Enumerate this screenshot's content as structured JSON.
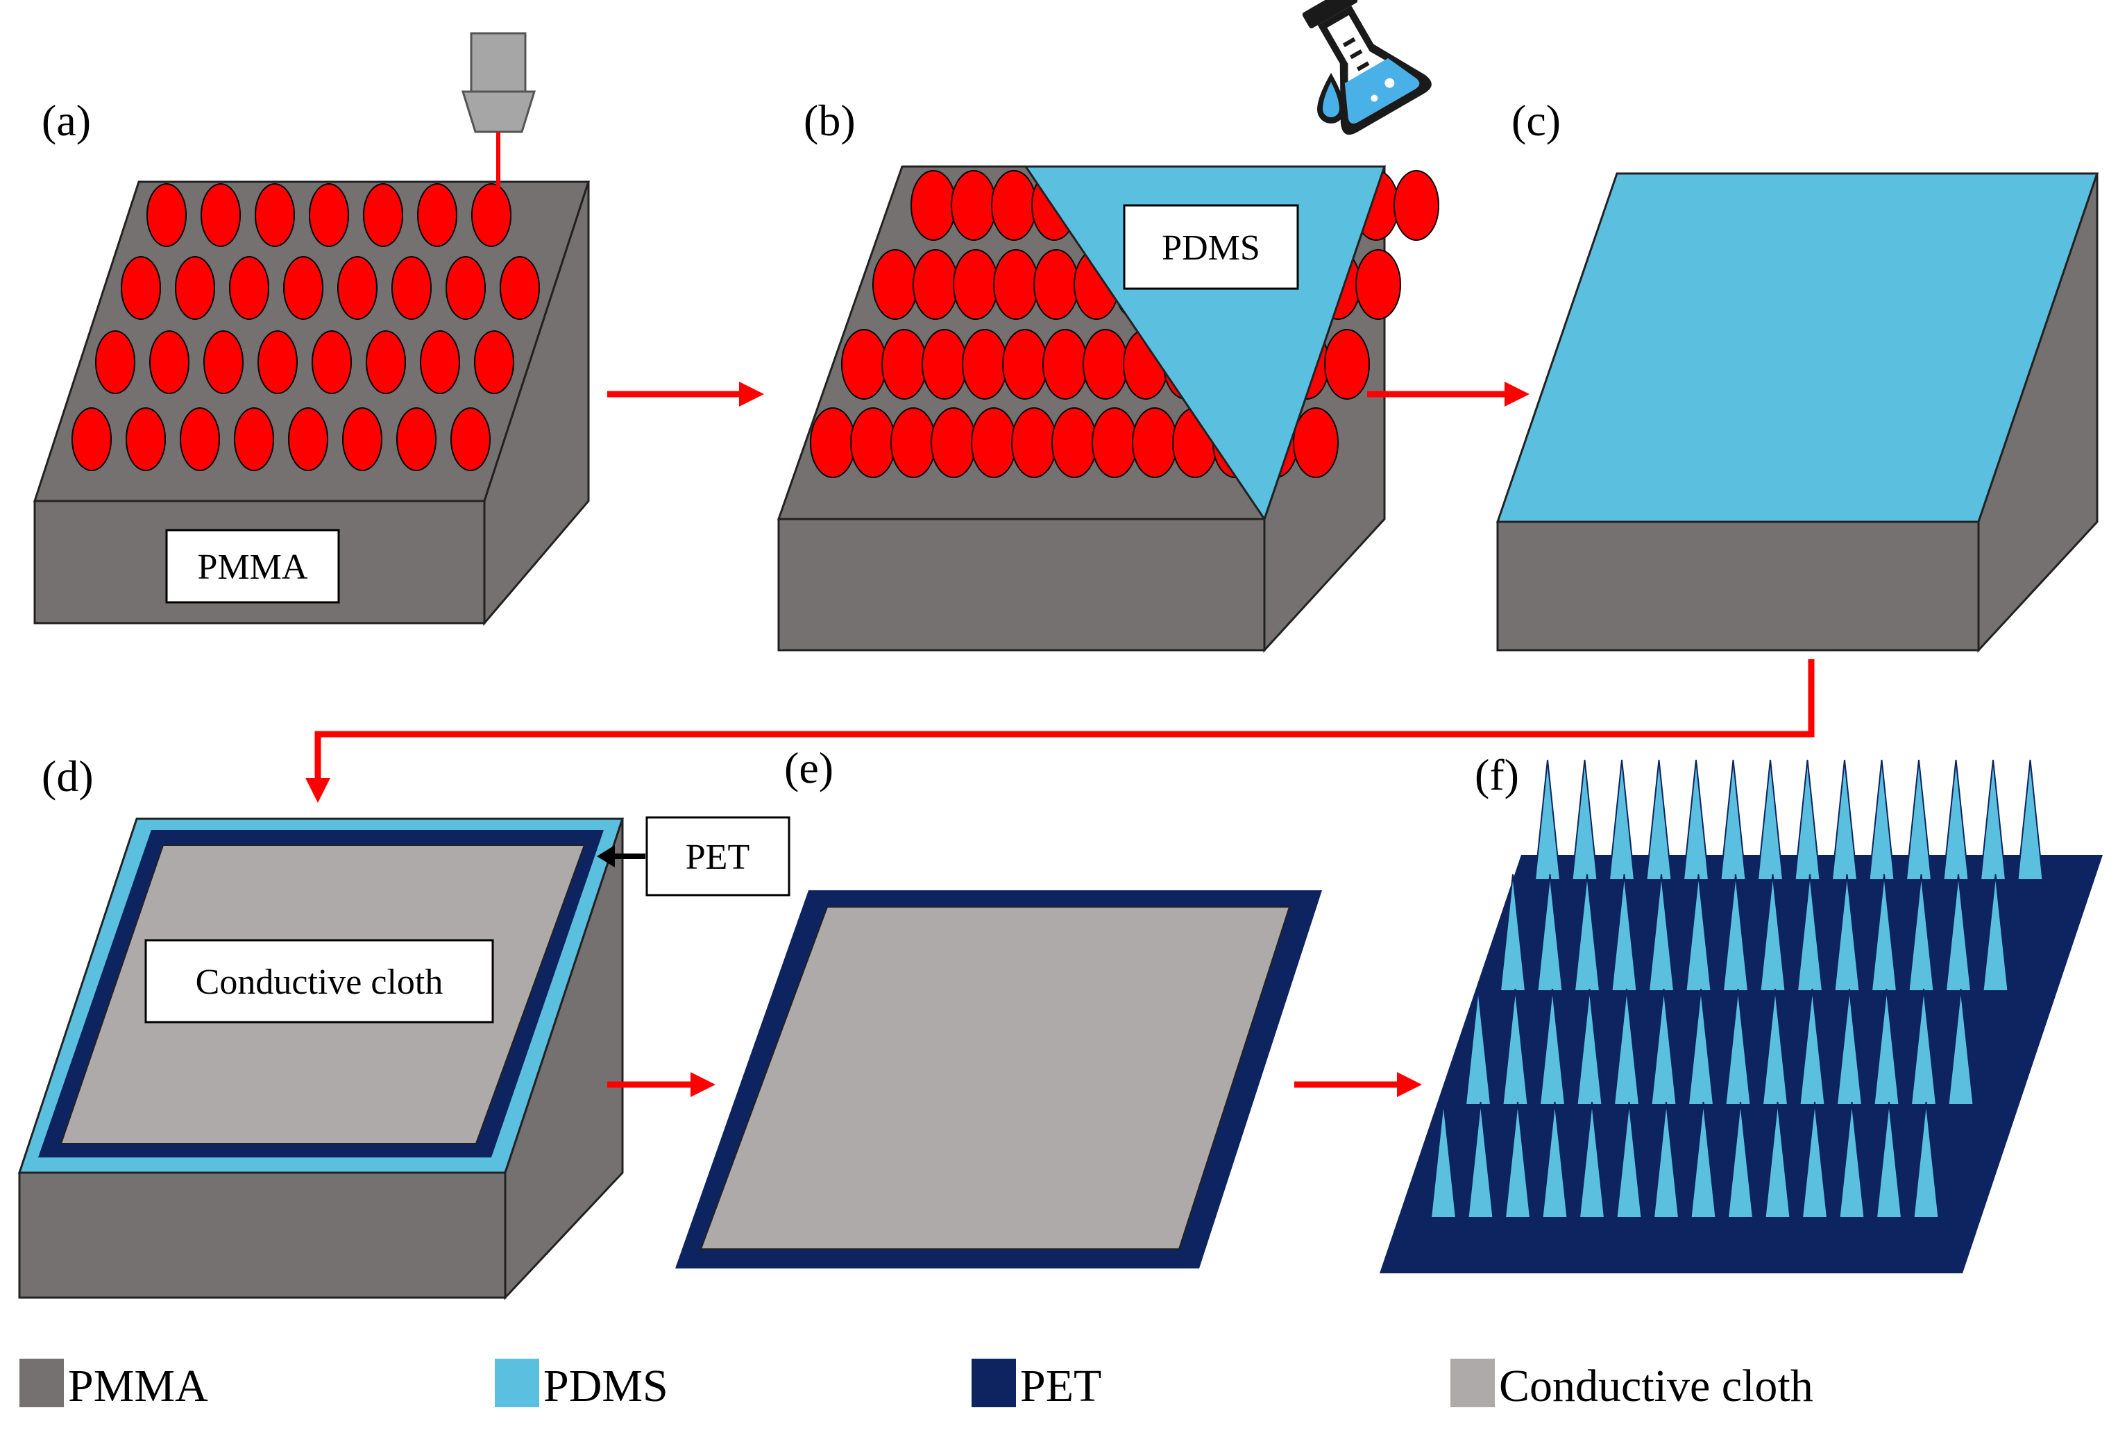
{
  "colors": {
    "pmma": "#767171",
    "pdms": "#5bc0e0",
    "pet": "#0d2460",
    "cloth": "#aeaaaa",
    "dots": "#ff0000",
    "arrow": "#ff0000"
  },
  "panels": {
    "a": {
      "label": "(a)",
      "material_label": "PMMA"
    },
    "b": {
      "label": "(b)",
      "material_label": "PDMS"
    },
    "c": {
      "label": "(c)"
    },
    "d": {
      "label": "(d)",
      "cloth_label": "Conductive cloth",
      "pet_label": "PET"
    },
    "e": {
      "label": "(e)"
    },
    "f": {
      "label": "(f)"
    }
  },
  "icons": [
    "laser-head-icon",
    "flask-icon"
  ],
  "legend": [
    {
      "name": "PMMA",
      "color": "#767171"
    },
    {
      "name": "PDMS",
      "color": "#5bc0e0"
    },
    {
      "name": "PET",
      "color": "#0d2460"
    },
    {
      "name": "Conductive cloth",
      "color": "#aeaaaa"
    }
  ]
}
